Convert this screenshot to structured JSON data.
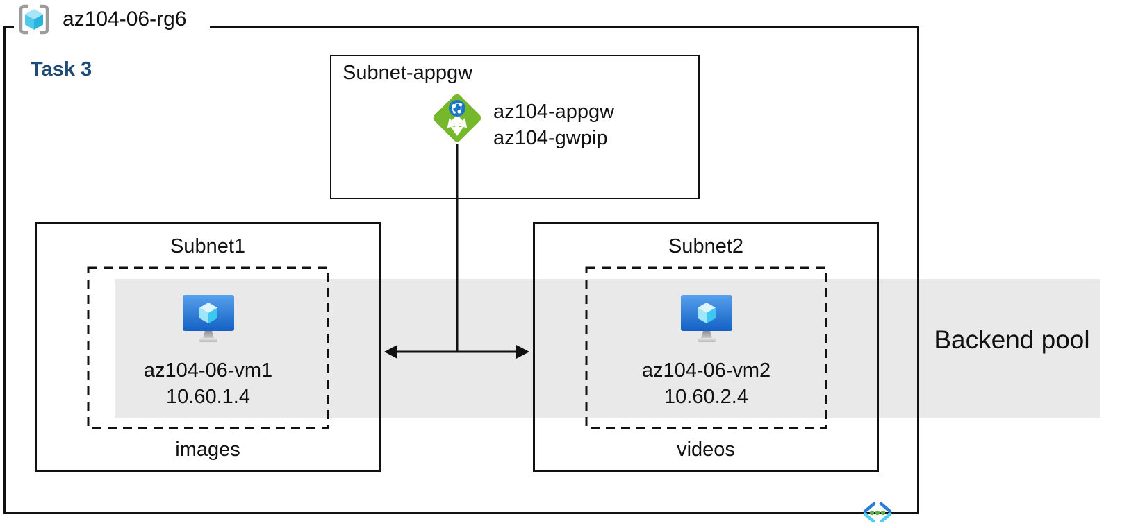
{
  "resource_group": {
    "title": "az104-06-rg6"
  },
  "task": {
    "label": "Task 3"
  },
  "appgw_subnet": {
    "label": "Subnet-appgw",
    "gateway_name": "az104-appgw",
    "public_ip_name": "az104-gwpip"
  },
  "subnets": [
    {
      "label": "Subnet1",
      "vm_name": "az104-06-vm1",
      "vm_ip": "10.60.1.4",
      "content_label": "images"
    },
    {
      "label": "Subnet2",
      "vm_name": "az104-06-vm2",
      "vm_ip": "10.60.2.4",
      "content_label": "videos"
    }
  ],
  "backend_pool": {
    "label": "Backend pool"
  },
  "icons": {
    "resource_group": "resource-group-icon",
    "application_gateway": "application-gateway-icon",
    "virtual_machine": "virtual-machine-icon",
    "virtual_network": "virtual-network-icon"
  },
  "colors": {
    "task_heading": "#1E4C74",
    "backend_band": "#E9E9E9",
    "line_black": "#111111",
    "appgw_green": "#76B82B",
    "appgw_globe_blue": "#1B76C8",
    "vm_monitor_top": "#58A0EC",
    "vm_monitor_bottom": "#1261C4",
    "cube_cyan_light": "#A9E6F5",
    "cube_cyan_mid": "#4FC8EA",
    "cube_cyan_dark": "#28B2DD",
    "vnet_dark_blue": "#2E7CD8",
    "vnet_light_cyan": "#53CCF2",
    "vnet_dot_green": "#5CB843",
    "rg_bracket_gray": "#9C9C9C"
  }
}
